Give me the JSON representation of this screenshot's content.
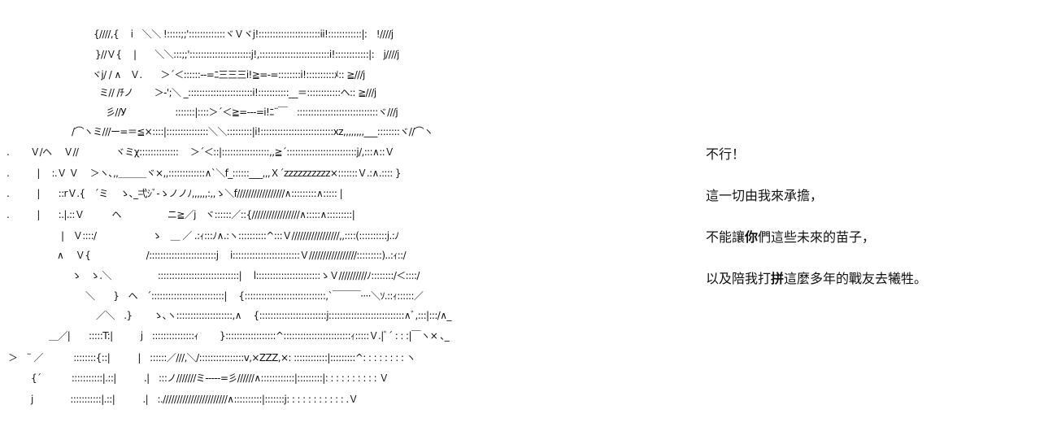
{
  "ascii_art": {
    "lines": [
      "{////,{　 i　＼＼ !:::::;;':::::::::::::ヾＶヾj!::::::::::::::::::::::ii!::::::::::::|:　!////j",
      "}//Ｖ{　 |　　＼＼:::;;'::::::::::::::::::::::j!,:::::::::::::::::::::::::i!::::::::::::|:　j////j",
      "ヾj/ / ∧　Ｖ.　　＞´＜::::::‐-=ﾆ三三三i!≧=‐=::::::::i!::::::::::ﾒ:: ≧///j",
      "ミ// /ﾁノ　　 ＞‐';＼ _:::::::::::::::::::::::i!:::::::::::__＝::::::::::::ヘ:: ≧///j",
      "彡//У　　　　　 :::::::|::::＞´＜≧=‐‐-=i!ﾆ¨￣　:::::::::::::::::::::::::::::ヾ///j",
      "/⌒ヽミ///ー=＝≦×::::|:::::::::::::::＼＼:::::::::|i!::::::::::::::::::::::::::xz,,,,,,,,___::::::::ヾ//⌒ヽ",
      ".　 　Ｖ/ヘ　 Ｖ//　　　　ヾミχ::::::::::::::　 ＞´＜::|:::::::::::::::::,,≧´:::::::::::::::::::::::::j/,:::∧::Ｖ",
      ".　　　|　 :.Ｖ Ｖ　 ＞ヽ､,,＿＿＿ヾ×,,:::::::::::::∧`＼f_::::::___,,,Ｘ´zzzzzzzzzz×:::::::Ｖ.:∧.:::: }",
      ".　　　|　　::rＶ.{　´ミ　 ゝ､_弌ｼﾞ‐ゝノノﾉ,,,,,,:,,ゝ＼f/////////////////∧:::::::::∧::::: |",
      ".　　　|　　:.|.::Ｖ　　　ヘ　　　　　ニ≧／j　ヾ::::::／::{/////////////////∧:::::∧:::::::::|",
      "|　Ｖ::::/　　　　　　ゝ　＿ ／ .:ｨ:::ﾉ∧.:ヽ::::::::::^:::Ｖ/////////////////,,::::(::::::::::j.:ﾉ",
      "∧　 Ｖ{　　　　　　/::::::::::::::::::::::::j　 i::::::::::::::::::::::::Ｖ/////////////////:::::::::)..:ｨ::/",
      "ゝ　ゝ.＼　　　　　:::::::::::::::::::::::::::::|　 l:::::::::::::::::::::::ゝＶ//////////ﾉ::::::::/＜::::/",
      "＼　　}　ヘ　´::::::::::::::::::::::::::|　 {:::::::::::::::::::::::::::::,`￣￣￣····＼ｿ.::ｨ::::::／",
      "／＼　.}　　 ゝ､ヽ::::::::::::::::::::,∧　 {::::::::::::::::::::::::j:::::::::::::::::::::::::::∧ﾞ,:::|:::/∧_",
      "＿／|　　:::::T:|　　　j　:::::::::::::::ｨ　　 }::::::::::::::::::^::::::::::::::::::::::::ｨ:::::Ｖ.|ﾞ´ : : :|￣ヽ× ､_",
      "＞　¨ ／　　　 ::::::::{::|　　　|　::::::／///,＼/::::::::::::::::v,×ZZZ,×: ::::::::::::|:::::::::^: : : : : : : : ヽ",
      "{´　　　 :::::::::::|.::|　　　.|　:::ノ///////ミ‐‐‐‐‐=彡//////∧::::::::::::|:::::::::|: : : : : : : : : : Ｖ",
      "j　　　　:::::::::::|.::|　　　.|　:.///////////////////////∧::::::::::|:::::::j: : : : : : : : : : : .Ｖ"
    ]
  },
  "dialogue": {
    "line1": "不行！",
    "line2": "這一切由我來承擔，",
    "line3_a": "不能讓",
    "line3_b": "你",
    "line3_c": "們這些未來的苗子，",
    "line4_a": "以及陪我打",
    "line4_b": "拼",
    "line4_c": "這麼多年的戰友去犧牲。"
  }
}
